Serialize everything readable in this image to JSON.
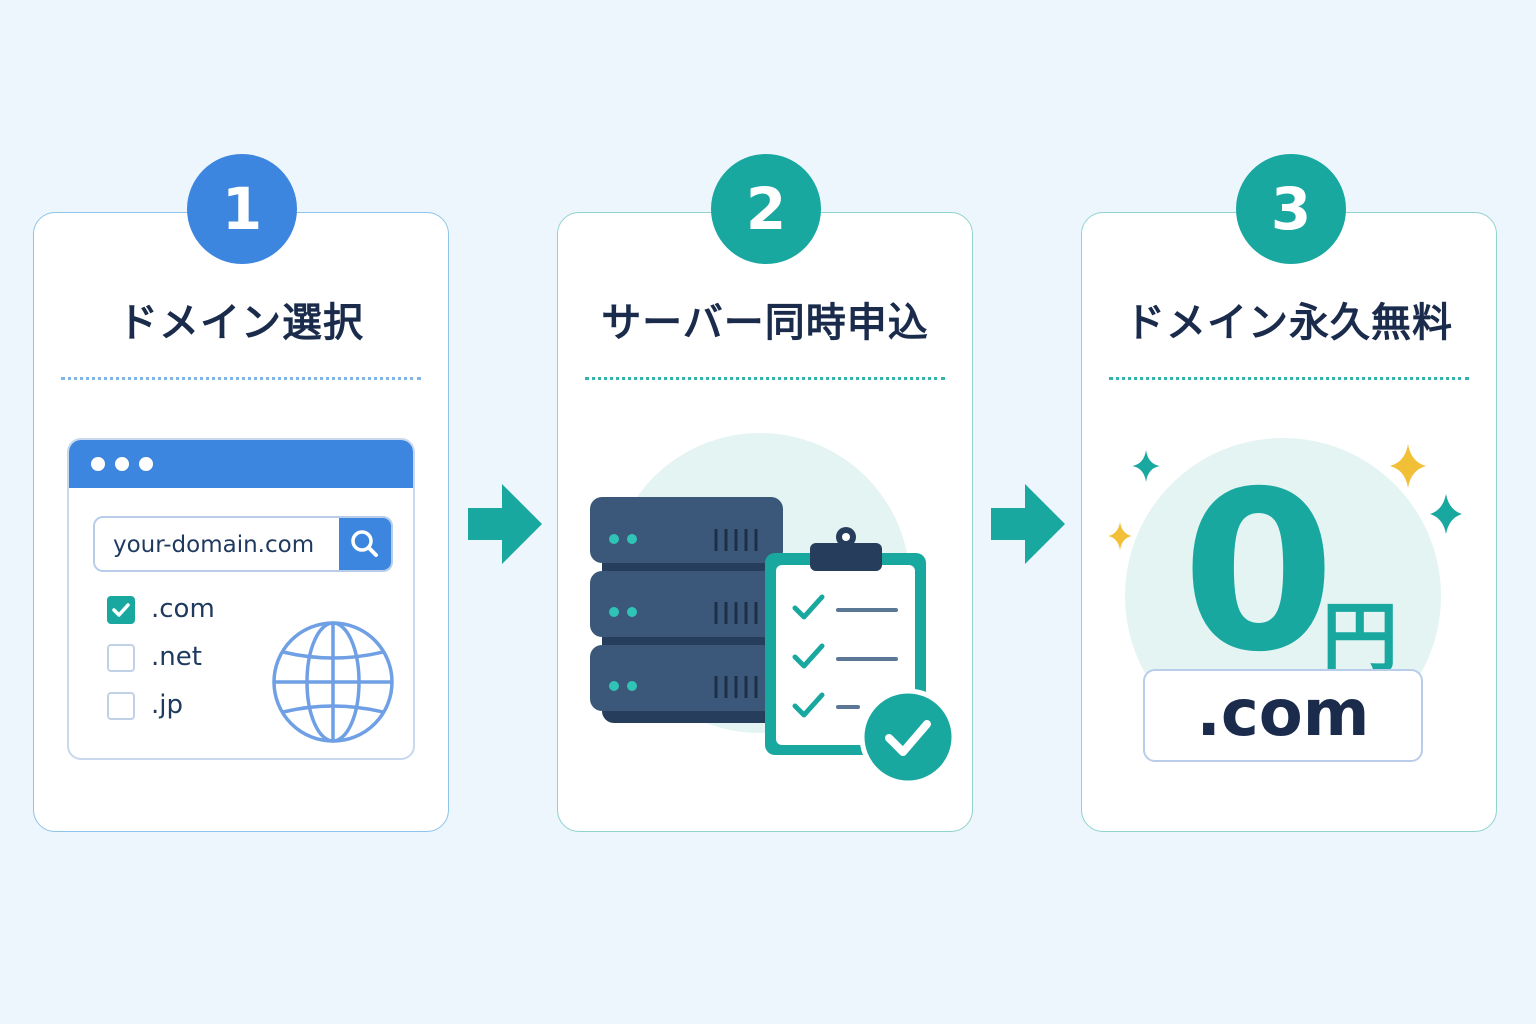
{
  "colors": {
    "background": "#eef6fd",
    "blue_accent": "#3d86df",
    "teal_accent": "#19a8a0",
    "navy_text": "#1a2b4c",
    "server_dark": "#3b587a",
    "sparkle_gold": "#f2c037"
  },
  "steps": [
    {
      "number": "1",
      "title": "ドメイン選択",
      "accent": "blue"
    },
    {
      "number": "2",
      "title": "サーバー同時申込",
      "accent": "teal"
    },
    {
      "number": "3",
      "title": "ドメイン永久無料",
      "accent": "teal"
    }
  ],
  "step1": {
    "browser_window_icon": "browser-window-icon",
    "search": {
      "value": "your-domain.com",
      "icon": "search-icon"
    },
    "tlds": [
      {
        "label": ".com",
        "checked": true
      },
      {
        "label": ".net",
        "checked": false
      },
      {
        "label": ".jp",
        "checked": false
      }
    ],
    "globe_icon": "globe-icon"
  },
  "step2": {
    "server_icon": "server-rack-icon",
    "clipboard_icon": "clipboard-checklist-icon",
    "check_badge_icon": "check-circle-icon"
  },
  "step3": {
    "price_value": "0",
    "price_unit": "円",
    "tld": ".com",
    "sparkle_icon": "sparkle-icon"
  },
  "connectors": [
    "arrow-right-icon",
    "arrow-right-icon"
  ]
}
